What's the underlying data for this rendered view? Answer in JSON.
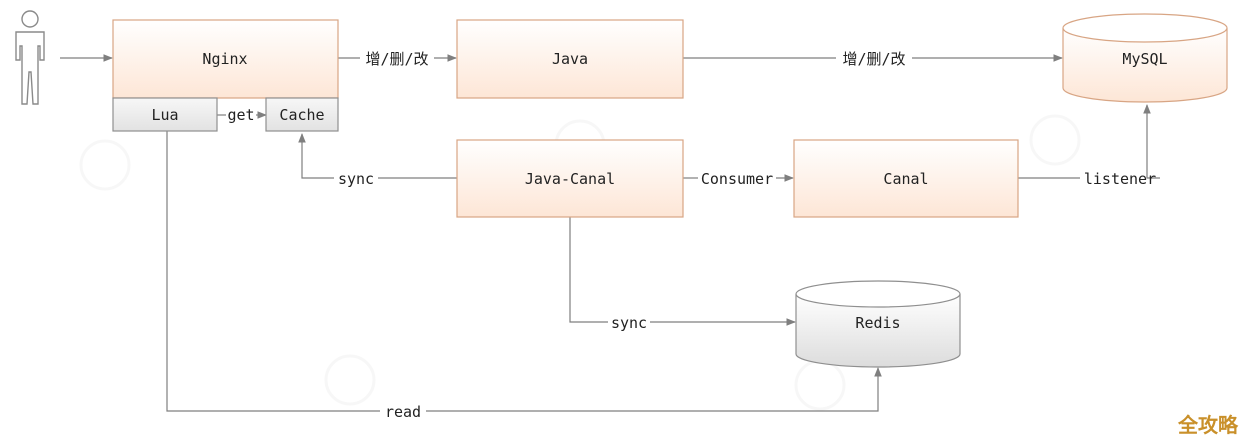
{
  "nodes": {
    "nginx": "Nginx",
    "lua": "Lua",
    "cache": "Cache",
    "java": "Java",
    "mysql": "MySQL",
    "java_canal": "Java-Canal",
    "canal": "Canal",
    "redis": "Redis"
  },
  "edges": {
    "nginx_to_java": "增/删/改",
    "java_to_mysql": "增/删/改",
    "lua_to_cache": "get",
    "javacanal_to_cache": "sync",
    "javacanal_to_canal": "Consumer",
    "canal_to_mysql": "listener",
    "javacanal_to_redis": "sync",
    "lua_to_redis": "read"
  },
  "brand": "全攻略",
  "colors": {
    "box_border": "#d8a584",
    "box_fill_top": "#ffffff",
    "box_fill_bottom": "#fde8d9",
    "grey_fill": "#e6e6e6",
    "line": "#7f7f7f",
    "brand": "#c9902a"
  }
}
